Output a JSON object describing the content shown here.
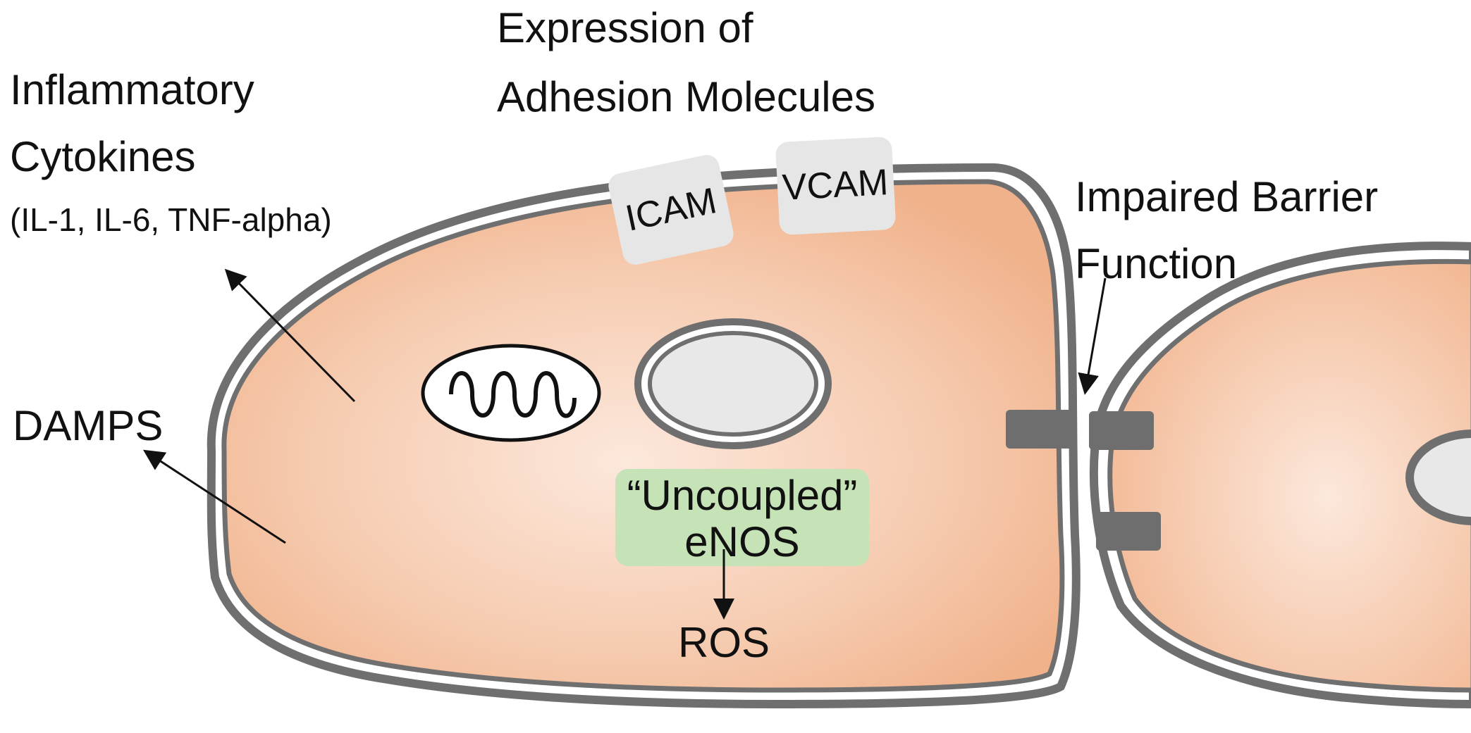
{
  "labels": {
    "adhesion_line1": "Expression of",
    "adhesion_line2": "Adhesion Molecules",
    "cytokines_line1": "Inflammatory",
    "cytokines_line2": "Cytokines",
    "cytokines_line3": "(IL-1, IL-6, TNF-alpha)",
    "damps": "DAMPS",
    "barrier_line1": "Impaired Barrier",
    "barrier_line2": "Function",
    "icam": "ICAM",
    "vcam": "VCAM",
    "enos_line1": "“Uncoupled”",
    "enos_line2": "eNOS",
    "ros": "ROS"
  },
  "colors": {
    "membrane": "#6f6f6f",
    "cytoplasm_center": "#fbe6da",
    "cytoplasm_edge": "#f2b48d",
    "nucleus_fill": "#e8e8e8",
    "adhesion_box": "#e6e6e6",
    "enos_box": "#c6e2b7",
    "junction": "#6e6e6e"
  }
}
